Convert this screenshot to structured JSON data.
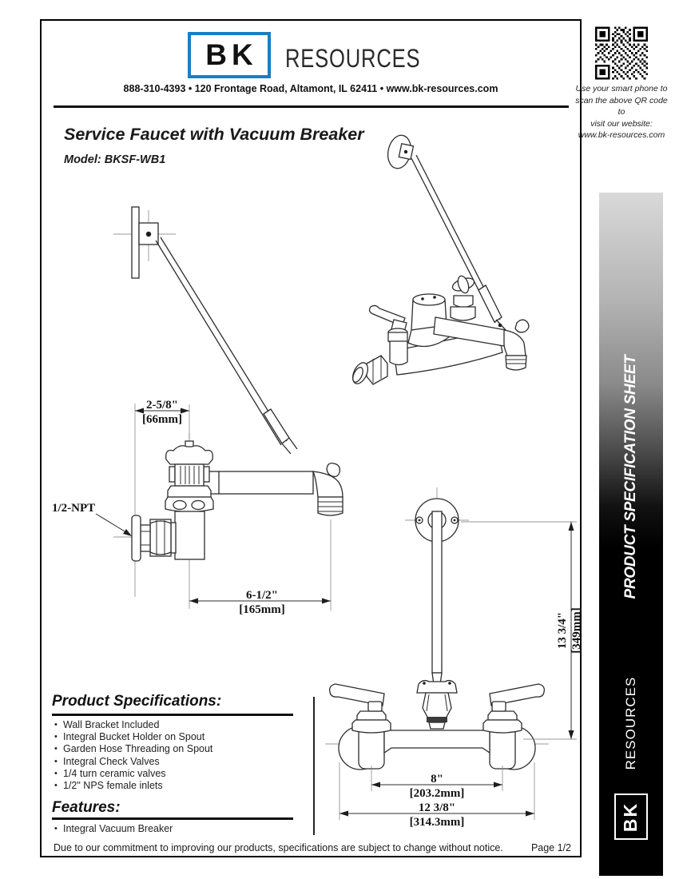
{
  "brand": {
    "bk": "BK",
    "resources": "RESOURCES"
  },
  "header": {
    "contact": "888-310-4393  •  120 Frontage Road, Altamont, IL 62411  •  www.bk-resources.com"
  },
  "qr": {
    "caption_line1": "Use your smart phone to",
    "caption_line2": "scan the above QR code to",
    "caption_line3": "visit our website:",
    "caption_line4": "www.bk-resources.com"
  },
  "title": {
    "product": "Service Faucet with Vacuum Breaker",
    "model": "Model: BKSF-WB1"
  },
  "sidebar": {
    "banner": "PRODUCT SPECIFICATION SHEET",
    "bk": "BK",
    "resources": "RESOURCES"
  },
  "drawings": {
    "side_view": {
      "dim_top_in": "2-5/8\"",
      "dim_top_mm": "[66mm]",
      "inlet_label": "1/2-NPT",
      "dim_reach_in": "6-1/2\"",
      "dim_reach_mm": "[165mm]"
    },
    "front_view": {
      "dim_height_in": "13 3/4\"",
      "dim_height_mm": "[349mm]",
      "dim_centers_in": "8\"",
      "dim_centers_mm": "[203.2mm]",
      "dim_width_in": "12 3/8\"",
      "dim_width_mm": "[314.3mm]"
    }
  },
  "specs": {
    "heading": "Product Specifications:",
    "items": [
      "Wall Bracket Included",
      "Integral Bucket Holder on Spout",
      "Garden Hose Threading on Spout",
      "Integral Check Valves",
      "1/4 turn ceramic valves",
      "1/2\" NPS female inlets"
    ]
  },
  "features": {
    "heading": "Features:",
    "items": [
      "Integral Vacuum Breaker"
    ]
  },
  "footer": {
    "disclaimer": "Due to our commitment to improving our products, specifications are subject to change without notice.",
    "page": "Page 1/2"
  },
  "colors": {
    "brand_blue": "#1b7ec2",
    "ink": "#1d1d1f",
    "sidebar_top": "#d9d9d9",
    "sidebar_bottom": "#000000"
  }
}
